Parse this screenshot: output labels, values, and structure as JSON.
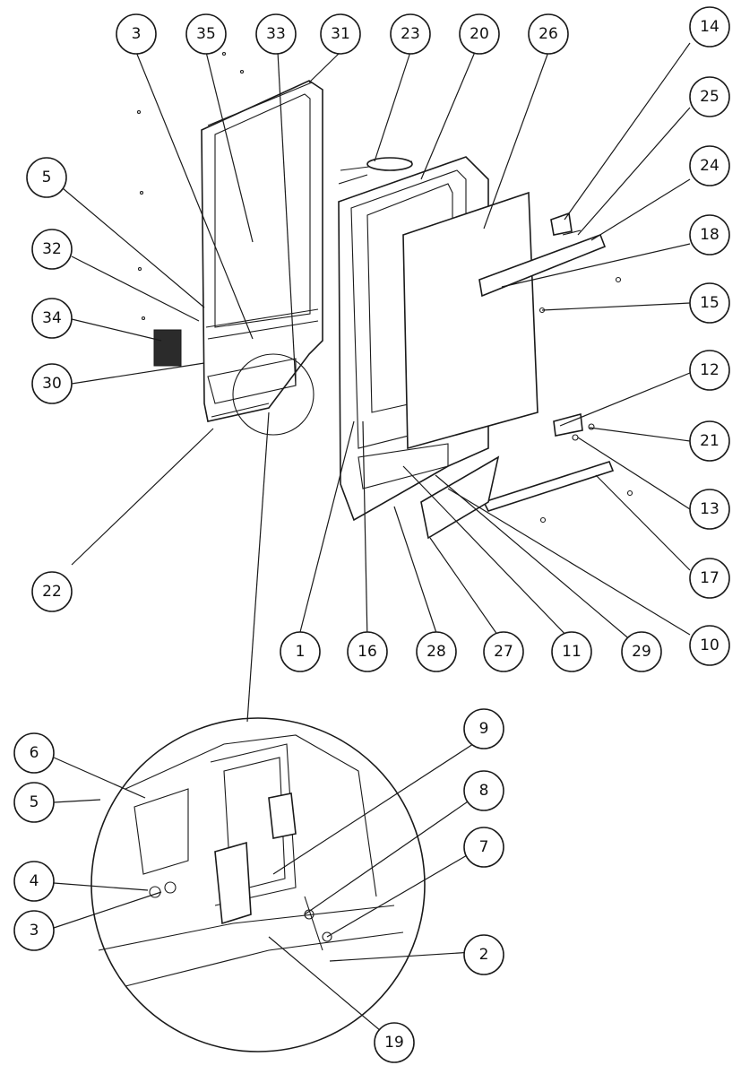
{
  "callouts": [
    {
      "id": "c3a",
      "label": "3"
    },
    {
      "id": "c35",
      "label": "35"
    },
    {
      "id": "c33",
      "label": "33"
    },
    {
      "id": "c31",
      "label": "31"
    },
    {
      "id": "c23",
      "label": "23"
    },
    {
      "id": "c20",
      "label": "20"
    },
    {
      "id": "c26",
      "label": "26"
    },
    {
      "id": "c14",
      "label": "14"
    },
    {
      "id": "c25",
      "label": "25"
    },
    {
      "id": "c24",
      "label": "24"
    },
    {
      "id": "c18",
      "label": "18"
    },
    {
      "id": "c15",
      "label": "15"
    },
    {
      "id": "c12",
      "label": "12"
    },
    {
      "id": "c21",
      "label": "21"
    },
    {
      "id": "c13",
      "label": "13"
    },
    {
      "id": "c17",
      "label": "17"
    },
    {
      "id": "c10",
      "label": "10"
    },
    {
      "id": "c29",
      "label": "29"
    },
    {
      "id": "c11",
      "label": "11"
    },
    {
      "id": "c27",
      "label": "27"
    },
    {
      "id": "c28",
      "label": "28"
    },
    {
      "id": "c16",
      "label": "16"
    },
    {
      "id": "c1",
      "label": "1"
    },
    {
      "id": "c22",
      "label": "22"
    },
    {
      "id": "c30",
      "label": "30"
    },
    {
      "id": "c34",
      "label": "34"
    },
    {
      "id": "c32",
      "label": "32"
    },
    {
      "id": "c5a",
      "label": "5"
    },
    {
      "id": "c6",
      "label": "6"
    },
    {
      "id": "c5b",
      "label": "5"
    },
    {
      "id": "c4",
      "label": "4"
    },
    {
      "id": "c3b",
      "label": "3"
    },
    {
      "id": "c9",
      "label": "9"
    },
    {
      "id": "c8",
      "label": "8"
    },
    {
      "id": "c7",
      "label": "7"
    },
    {
      "id": "c2",
      "label": "2"
    },
    {
      "id": "c19",
      "label": "19"
    }
  ]
}
